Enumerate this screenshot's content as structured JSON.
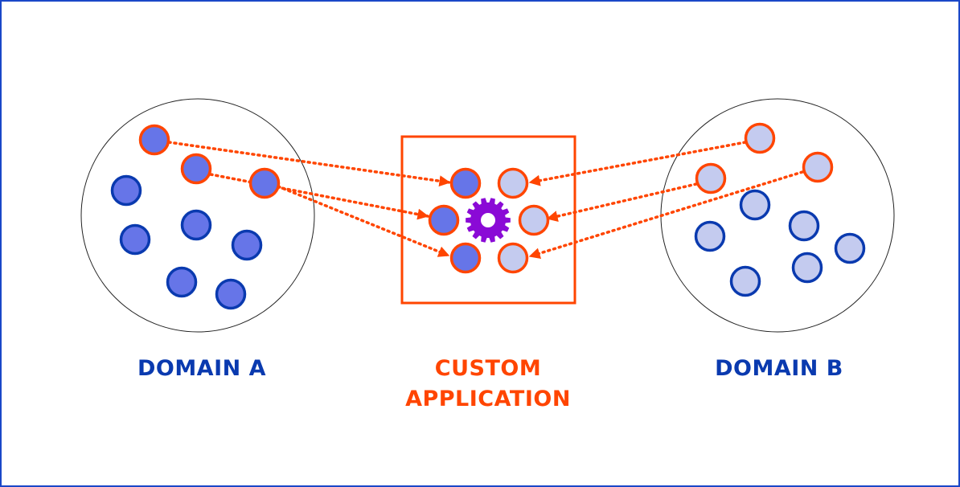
{
  "colors": {
    "frame": "#1a47c8",
    "accent": "#ff4500",
    "domain_label": "#0a3aaf",
    "node_dark_fill": "#6675e8",
    "node_light_fill": "#c4cbef",
    "node_stroke": "#0a3aaf",
    "gear": "#8a0ad6",
    "container": "#222222"
  },
  "labels": {
    "domain_a": "DOMAIN A",
    "custom_line1": "CUSTOM",
    "custom_line2": "APPLICATION",
    "domain_b": "DOMAIN B"
  },
  "domain_a": {
    "name": "Domain A",
    "node_count": 9,
    "highlighted_count": 3
  },
  "domain_b": {
    "name": "Domain B",
    "node_count": 9,
    "highlighted_count": 3
  },
  "custom_application": {
    "name": "Custom Application",
    "icon": "gear-icon",
    "inputs_from_a": 3,
    "inputs_from_b": 3
  }
}
